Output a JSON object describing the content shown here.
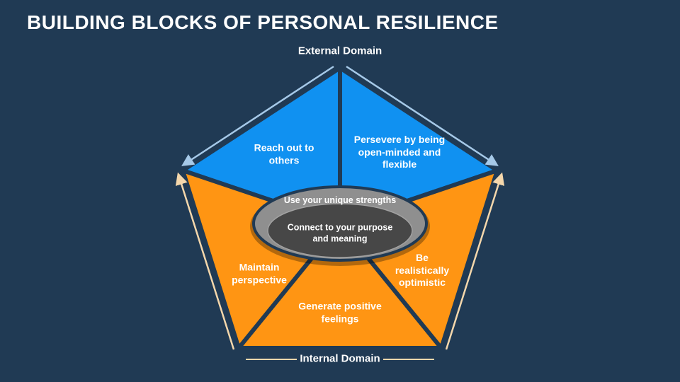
{
  "slide": {
    "title": "BUILDING BLOCKS OF PERSONAL RESILIENCE",
    "background_color": "#203a54"
  },
  "diagram": {
    "external_domain_label": "External Domain",
    "internal_domain_label": "Internal Domain",
    "segments": {
      "reach_out": "Reach out to others",
      "persevere": "Persevere by being open-minded and flexible",
      "maintain": "Maintain perspective",
      "generate": "Generate positive feelings",
      "optimistic": "Be realistically optimistic"
    },
    "center": {
      "outer_label": "Use your unique strengths",
      "inner_label": "Connect to your purpose and meaning"
    },
    "colors": {
      "external_segment": "#1091f1",
      "internal_segment": "#ff9513",
      "external_arrow": "#a6c9e8",
      "internal_arrow": "#f4d7ac",
      "ellipse_outer": "#8f8f8f",
      "ellipse_inner": "#474747",
      "background": "#203a54",
      "text": "#ffffff"
    }
  }
}
